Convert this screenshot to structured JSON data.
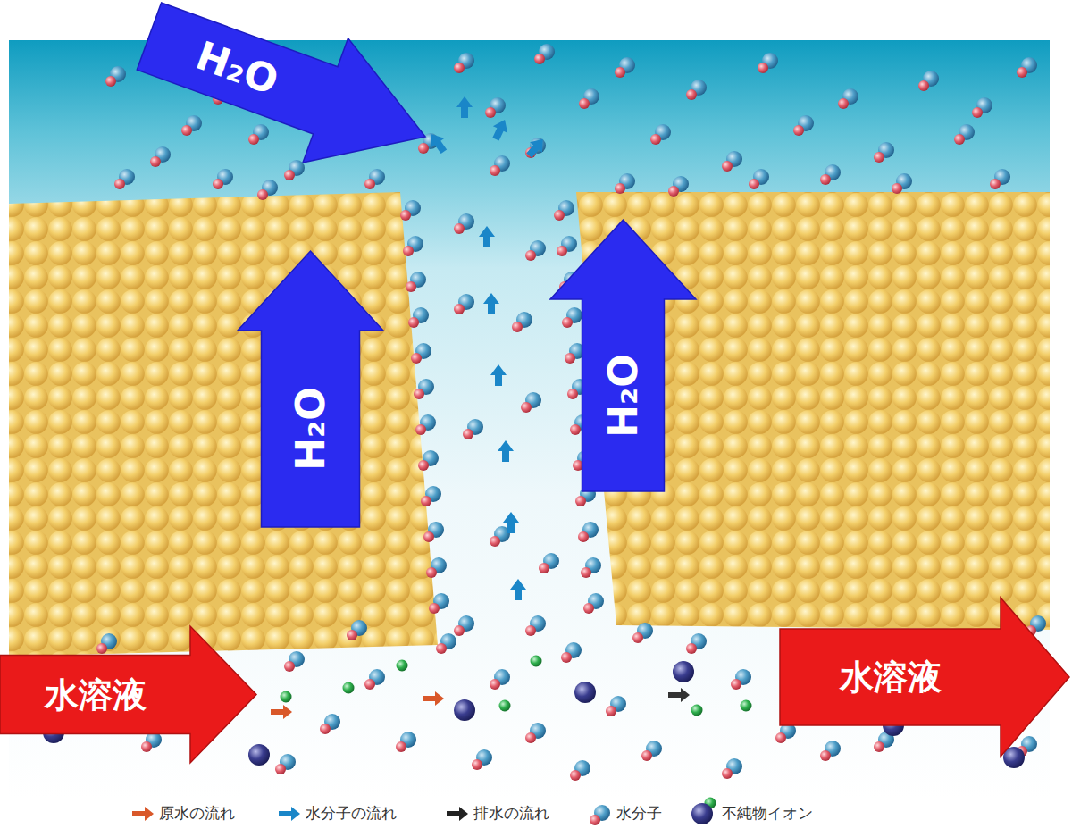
{
  "diagram": {
    "nodes": [
      {
        "text": [
          "H₂O"
        ]
      },
      {
        "text": [
          "H₂O"
        ]
      },
      {
        "text": [
          "H₂O"
        ]
      },
      {
        "text": [
          "水溶液"
        ]
      },
      {
        "text": [
          "水溶液"
        ]
      }
    ],
    "legend": [
      {
        "text": "原水の流れ"
      },
      {
        "text": "水分子の流れ"
      },
      {
        "text": "排水の流れ"
      },
      {
        "text": "水分子"
      },
      {
        "text": "不純物イオン"
      }
    ]
  }
}
